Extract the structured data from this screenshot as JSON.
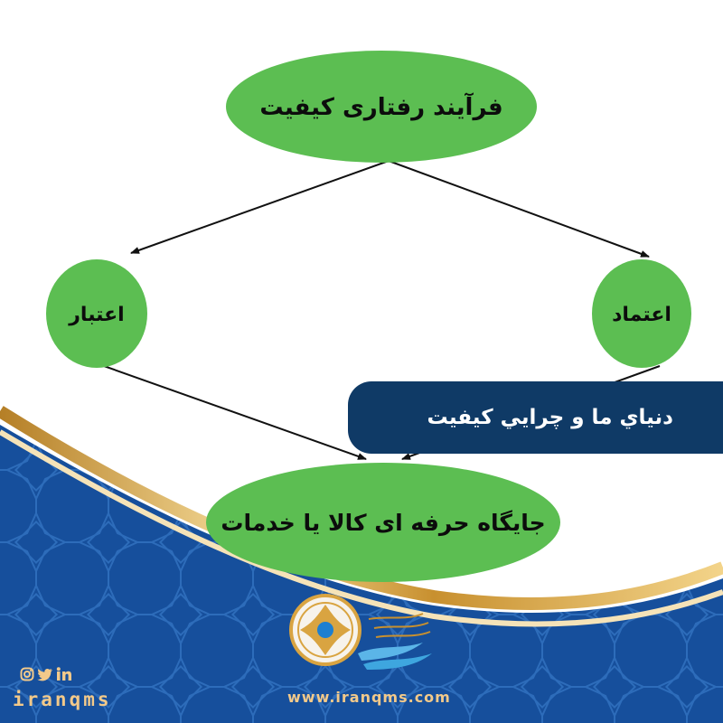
{
  "diagram": {
    "nodes": {
      "top": "فرآیند رفتاری کیفیت",
      "left": "اعتبار",
      "right": "اعتماد",
      "bottom": "جایگاه حرفه ای کالا یا خدمات"
    },
    "edges": [
      {
        "from": "top",
        "to": "left"
      },
      {
        "from": "top",
        "to": "right"
      },
      {
        "from": "left",
        "to": "bottom"
      },
      {
        "from": "right",
        "to": "bottom"
      }
    ]
  },
  "banner": {
    "title": "دنياي ما و چرايي كيفيت"
  },
  "footer": {
    "handle": "iranqms",
    "website": "www.iranqms.com",
    "social_icons": [
      "instagram-icon",
      "twitter-icon",
      "linkedin-icon"
    ]
  },
  "colors": {
    "node_fill": "#5cbe52",
    "banner": "#0f3a66",
    "footer_blue": "#164f9c",
    "gold": "#d9a441",
    "footer_text": "#f2c98a"
  }
}
